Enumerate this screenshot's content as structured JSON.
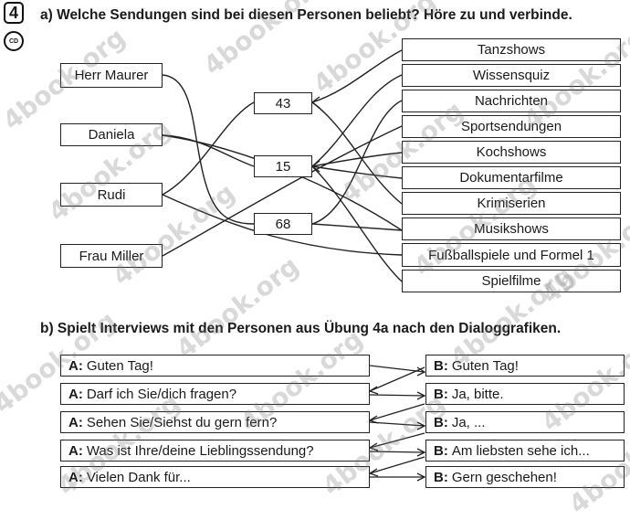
{
  "task_number": "4",
  "cd_icon_label": "CD",
  "part_a": {
    "heading": "a) Welche Sendungen sind bei diesen Personen beliebt? Höre zu und verbinde.",
    "persons": [
      "Herr Maurer",
      "Daniela",
      "Rudi",
      "Frau Miller"
    ],
    "numbers": [
      "43",
      "15",
      "68"
    ],
    "programs": [
      "Tanzshows",
      "Wissensquiz",
      "Nachrichten",
      "Sportsendungen",
      "Kochshows",
      "Dokumentarfilme",
      "Krimiserien",
      "Musikshows",
      "Fußballspiele und Formel 1",
      "Spielfilme"
    ]
  },
  "part_b": {
    "heading": "b) Spielt Interviews mit den Personen aus Übung 4a nach den Dialoggrafiken.",
    "a_prefix": "A:",
    "b_prefix": "B:",
    "a_lines": [
      "Guten Tag!",
      "Darf ich Sie/dich fragen?",
      "Sehen Sie/Siehst du gern fern?",
      "Was ist Ihre/deine Lieblingssendung?",
      "Vielen Dank für..."
    ],
    "b_lines": [
      "Guten Tag!",
      "Ja, bitte.",
      "Ja, ...",
      "Am liebsten sehe ich...",
      "Gern geschehen!"
    ]
  },
  "watermark": "4book.org"
}
